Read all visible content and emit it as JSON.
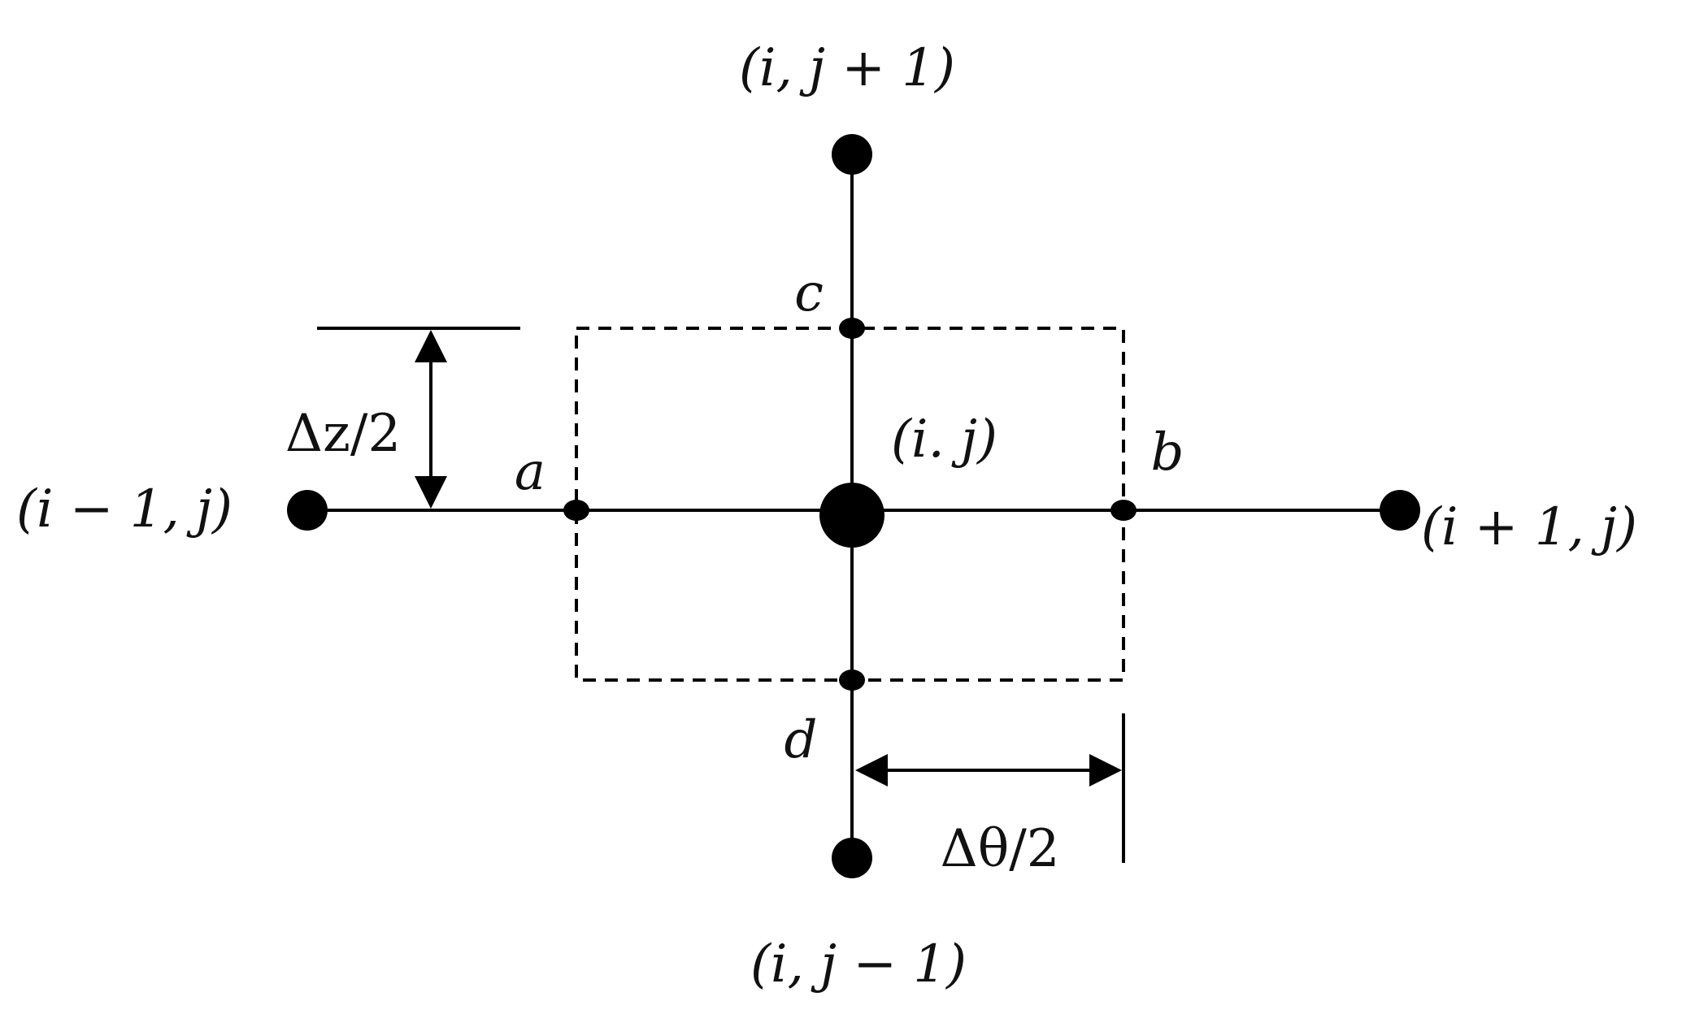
{
  "labels": {
    "top_node": "(i, j + 1)",
    "bottom_node": "(i, j − 1)",
    "left_node": "(i − 1, j)",
    "right_node": "(i + 1, j)",
    "center_node": "(i. j)",
    "face_a": "a",
    "face_b": "b",
    "face_c": "c",
    "face_d": "d",
    "dz_half": "Δz/2",
    "dtheta_half": "Δθ/2"
  },
  "colors": {
    "ink": "#000000",
    "background": "#ffffff"
  }
}
